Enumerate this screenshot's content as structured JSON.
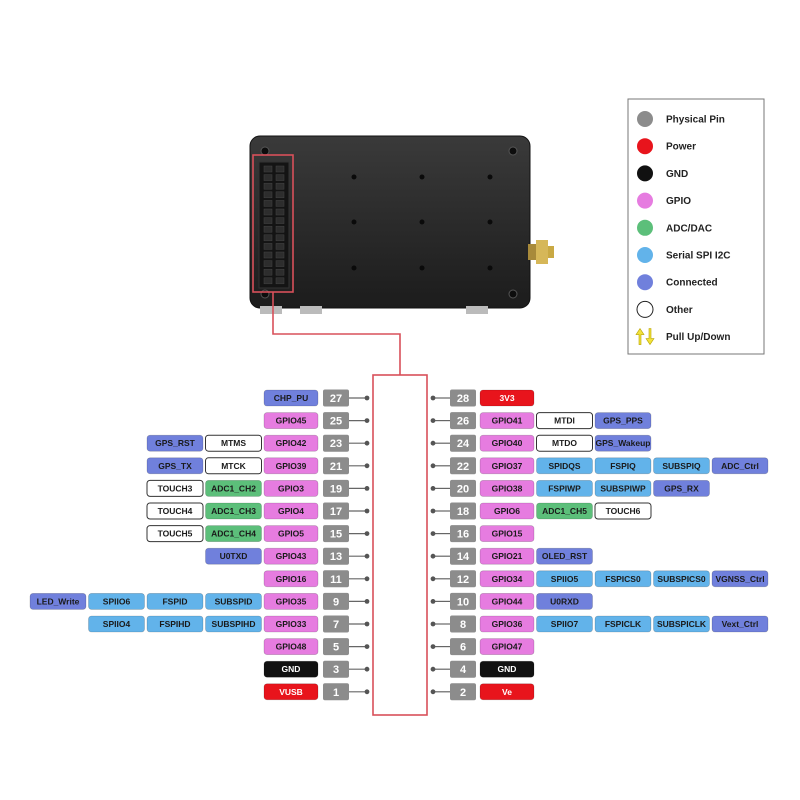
{
  "colors": {
    "gpio": "#e67ce0",
    "serial": "#62b3ea",
    "connected": "#7080dc",
    "adc": "#5cbf7a",
    "power": "#e8141c",
    "gnd": "#111111",
    "other": "#ffffff",
    "pin_number": "#8c8c8c",
    "highlight": "#d8505a"
  },
  "legend": [
    {
      "label": "Physical Pin",
      "kind": "pin"
    },
    {
      "label": "Power",
      "kind": "power"
    },
    {
      "label": "GND",
      "kind": "gnd"
    },
    {
      "label": "GPIO",
      "kind": "gpio"
    },
    {
      "label": "ADC/DAC",
      "kind": "adc"
    },
    {
      "label": "Serial SPI I2C",
      "kind": "serial"
    },
    {
      "label": "Connected",
      "kind": "connected"
    },
    {
      "label": "Other",
      "kind": "other"
    },
    {
      "label": "Pull Up/Down",
      "kind": "pull",
      "icon": "pull-arrows-icon"
    }
  ],
  "left_pins": [
    {
      "num": "27",
      "labels": [
        {
          "t": "CHP_PU",
          "k": "connected"
        }
      ]
    },
    {
      "num": "25",
      "labels": [
        {
          "t": "GPIO45",
          "k": "gpio"
        }
      ]
    },
    {
      "num": "23",
      "labels": [
        {
          "t": "GPIO42",
          "k": "gpio"
        },
        {
          "t": "MTMS",
          "k": "other"
        },
        {
          "t": "GPS_RST",
          "k": "connected"
        }
      ]
    },
    {
      "num": "21",
      "labels": [
        {
          "t": "GPIO39",
          "k": "gpio"
        },
        {
          "t": "MTCK",
          "k": "other"
        },
        {
          "t": "GPS_TX",
          "k": "connected"
        }
      ]
    },
    {
      "num": "19",
      "labels": [
        {
          "t": "GPIO3",
          "k": "gpio"
        },
        {
          "t": "ADC1_CH2",
          "k": "adc"
        },
        {
          "t": "TOUCH3",
          "k": "other"
        }
      ]
    },
    {
      "num": "17",
      "labels": [
        {
          "t": "GPIO4",
          "k": "gpio"
        },
        {
          "t": "ADC1_CH3",
          "k": "adc"
        },
        {
          "t": "TOUCH4",
          "k": "other"
        }
      ]
    },
    {
      "num": "15",
      "labels": [
        {
          "t": "GPIO5",
          "k": "gpio"
        },
        {
          "t": "ADC1_CH4",
          "k": "adc"
        },
        {
          "t": "TOUCH5",
          "k": "other"
        }
      ]
    },
    {
      "num": "13",
      "labels": [
        {
          "t": "GPIO43",
          "k": "gpio"
        },
        {
          "t": "U0TXD",
          "k": "connected"
        }
      ]
    },
    {
      "num": "11",
      "labels": [
        {
          "t": "GPIO16",
          "k": "gpio"
        }
      ]
    },
    {
      "num": "9",
      "labels": [
        {
          "t": "GPIO35",
          "k": "gpio"
        },
        {
          "t": "SUBSPID",
          "k": "serial"
        },
        {
          "t": "FSPID",
          "k": "serial"
        },
        {
          "t": "SPIIO6",
          "k": "serial"
        },
        {
          "t": "LED_Write",
          "k": "connected"
        }
      ]
    },
    {
      "num": "7",
      "labels": [
        {
          "t": "GPIO33",
          "k": "gpio"
        },
        {
          "t": "SUBSPIHD",
          "k": "serial"
        },
        {
          "t": "FSPIHD",
          "k": "serial"
        },
        {
          "t": "SPIIO4",
          "k": "serial"
        }
      ]
    },
    {
      "num": "5",
      "labels": [
        {
          "t": "GPIO48",
          "k": "gpio"
        }
      ]
    },
    {
      "num": "3",
      "labels": [
        {
          "t": "GND",
          "k": "gnd"
        }
      ]
    },
    {
      "num": "1",
      "labels": [
        {
          "t": "VUSB",
          "k": "power"
        }
      ]
    }
  ],
  "right_pins": [
    {
      "num": "28",
      "labels": [
        {
          "t": "3V3",
          "k": "power"
        }
      ]
    },
    {
      "num": "26",
      "labels": [
        {
          "t": "GPIO41",
          "k": "gpio"
        },
        {
          "t": "MTDI",
          "k": "other"
        },
        {
          "t": "GPS_PPS",
          "k": "connected"
        }
      ]
    },
    {
      "num": "24",
      "labels": [
        {
          "t": "GPIO40",
          "k": "gpio"
        },
        {
          "t": "MTDO",
          "k": "other"
        },
        {
          "t": "GPS_Wakeup",
          "k": "connected"
        }
      ]
    },
    {
      "num": "22",
      "labels": [
        {
          "t": "GPIO37",
          "k": "gpio"
        },
        {
          "t": "SPIDQS",
          "k": "serial"
        },
        {
          "t": "FSPIQ",
          "k": "serial"
        },
        {
          "t": "SUBSPIQ",
          "k": "serial"
        },
        {
          "t": "ADC_Ctrl",
          "k": "connected"
        }
      ]
    },
    {
      "num": "20",
      "labels": [
        {
          "t": "GPIO38",
          "k": "gpio"
        },
        {
          "t": "FSPIWP",
          "k": "serial"
        },
        {
          "t": "SUBSPIWP",
          "k": "serial"
        },
        {
          "t": "GPS_RX",
          "k": "connected"
        }
      ]
    },
    {
      "num": "18",
      "labels": [
        {
          "t": "GPIO6",
          "k": "gpio"
        },
        {
          "t": "ADC1_CH5",
          "k": "adc"
        },
        {
          "t": "TOUCH6",
          "k": "other"
        }
      ]
    },
    {
      "num": "16",
      "labels": [
        {
          "t": "GPIO15",
          "k": "gpio"
        }
      ]
    },
    {
      "num": "14",
      "labels": [
        {
          "t": "GPIO21",
          "k": "gpio"
        },
        {
          "t": "OLED_RST",
          "k": "connected"
        }
      ]
    },
    {
      "num": "12",
      "labels": [
        {
          "t": "GPIO34",
          "k": "gpio"
        },
        {
          "t": "SPIIO5",
          "k": "serial"
        },
        {
          "t": "FSPICS0",
          "k": "serial"
        },
        {
          "t": "SUBSPICS0",
          "k": "serial"
        },
        {
          "t": "VGNSS_Ctrl",
          "k": "connected"
        }
      ]
    },
    {
      "num": "10",
      "labels": [
        {
          "t": "GPIO44",
          "k": "gpio"
        },
        {
          "t": "U0RXD",
          "k": "connected"
        }
      ]
    },
    {
      "num": "8",
      "labels": [
        {
          "t": "GPIO36",
          "k": "gpio"
        },
        {
          "t": "SPIIO7",
          "k": "serial"
        },
        {
          "t": "FSPICLK",
          "k": "serial"
        },
        {
          "t": "SUBSPICLK",
          "k": "serial"
        },
        {
          "t": "Vext_Ctrl",
          "k": "connected"
        }
      ]
    },
    {
      "num": "6",
      "labels": [
        {
          "t": "GPIO47",
          "k": "gpio"
        }
      ]
    },
    {
      "num": "4",
      "labels": [
        {
          "t": "GND",
          "k": "gnd"
        }
      ]
    },
    {
      "num": "2",
      "labels": [
        {
          "t": "Ve",
          "k": "power"
        }
      ]
    }
  ]
}
